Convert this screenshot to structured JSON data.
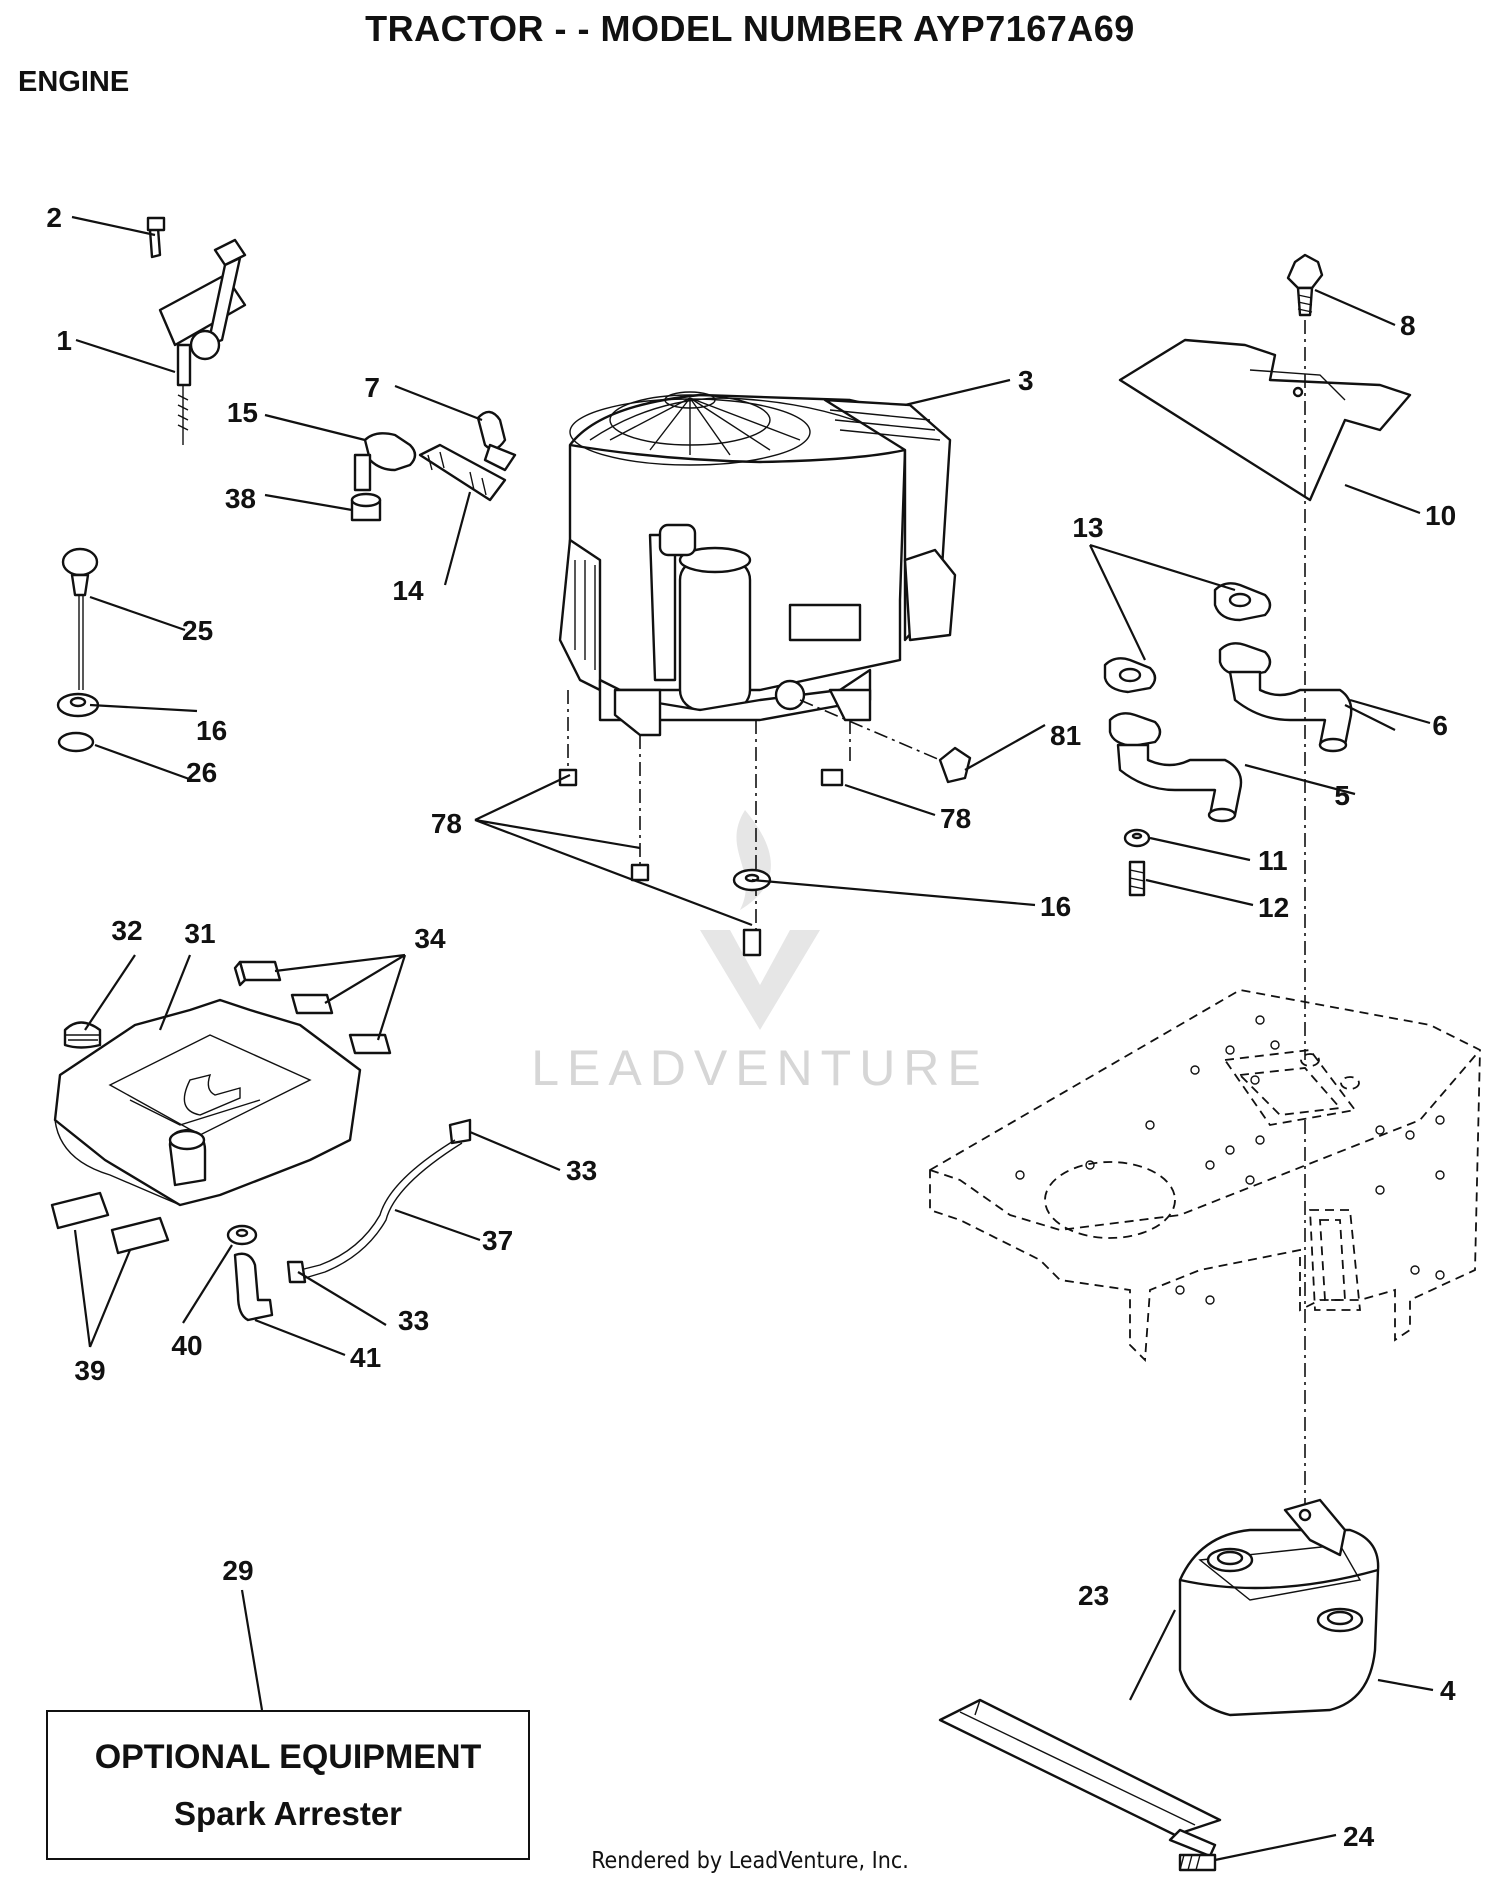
{
  "title": "TRACTOR - - MODEL NUMBER AYP7167A69",
  "section": "ENGINE",
  "callouts": {
    "c1": "1",
    "c2": "2",
    "c3": "3",
    "c4": "4",
    "c5": "5",
    "c6": "6",
    "c7": "7",
    "c8": "8",
    "c10": "10",
    "c11": "11",
    "c12": "12",
    "c13": "13",
    "c14": "14",
    "c15": "15",
    "c16a": "16",
    "c16b": "16",
    "c23": "23",
    "c24": "24",
    "c25": "25",
    "c26": "26",
    "c29": "29",
    "c31": "31",
    "c32": "32",
    "c33a": "33",
    "c33b": "33",
    "c34": "34",
    "c37": "37",
    "c38": "38",
    "c39": "39",
    "c40": "40",
    "c41": "41",
    "c78a": "78",
    "c78b": "78",
    "c81": "81"
  },
  "optional_box": {
    "heading": "OPTIONAL EQUIPMENT",
    "item": "Spark Arrester"
  },
  "watermark": "LEADVENTURE",
  "footer": "Rendered by LeadVenture, Inc."
}
